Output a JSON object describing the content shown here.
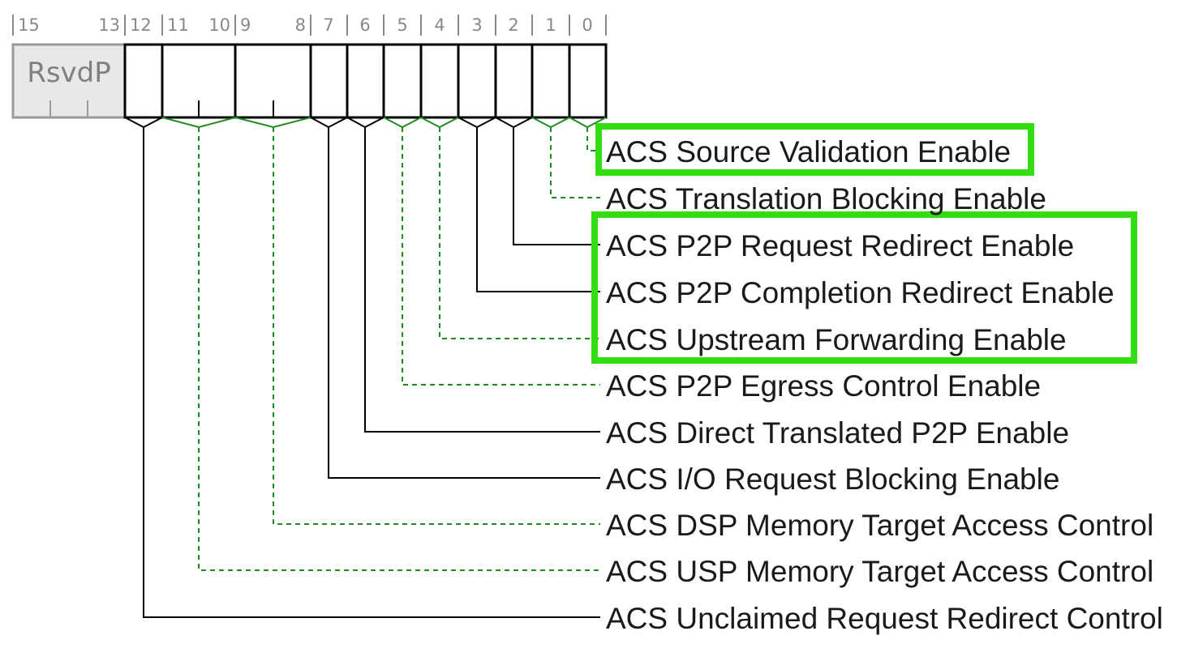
{
  "register": {
    "bit_labels": [
      "15",
      "13",
      "12",
      "11",
      "10",
      "9",
      "8",
      "7",
      "6",
      "5",
      "4",
      "3",
      "2",
      "1",
      "0"
    ],
    "reserved_label": "RsvdP"
  },
  "fields": [
    {
      "id": "bit0",
      "label": "ACS Source Validation Enable",
      "style": "dashed",
      "highlighted": true
    },
    {
      "id": "bit1",
      "label": "ACS Translation Blocking Enable",
      "style": "dashed",
      "highlighted": false
    },
    {
      "id": "bit2",
      "label": "ACS P2P Request Redirect Enable",
      "style": "solid",
      "highlighted": true
    },
    {
      "id": "bit3",
      "label": "ACS P2P Completion Redirect Enable",
      "style": "solid",
      "highlighted": true
    },
    {
      "id": "bit4",
      "label": "ACS Upstream Forwarding Enable",
      "style": "dashed",
      "highlighted": true
    },
    {
      "id": "bit5",
      "label": "ACS P2P Egress Control Enable",
      "style": "dashed",
      "highlighted": false
    },
    {
      "id": "bit6",
      "label": "ACS Direct Translated P2P Enable",
      "style": "solid",
      "highlighted": false
    },
    {
      "id": "bit7",
      "label": "ACS I/O Request Blocking Enable",
      "style": "solid",
      "highlighted": false
    },
    {
      "id": "bit8",
      "label": "ACS DSP Memory Target Access Control",
      "style": "dashed",
      "highlighted": false
    },
    {
      "id": "bit10",
      "label": "ACS USP Memory Target Access Control",
      "style": "dashed",
      "highlighted": false
    },
    {
      "id": "bit12",
      "label": "ACS Unclaimed Request Redirect Control",
      "style": "solid",
      "highlighted": false
    }
  ],
  "colors": {
    "dashed_leader": "#1e8c1e",
    "solid_leader": "#000000",
    "highlight": "#33dd11",
    "reserved_fill": "#e8e8e8",
    "reserved_border": "#9a9a9a"
  }
}
